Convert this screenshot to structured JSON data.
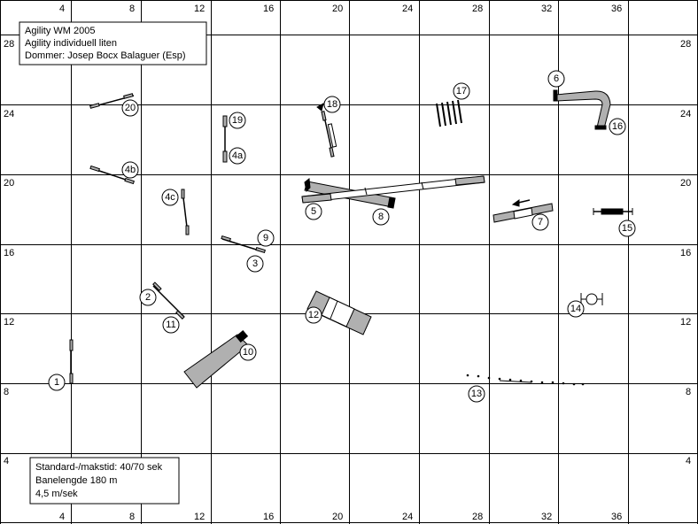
{
  "info": {
    "line1": "Agility WM 2005",
    "line2": "Agility individuell liten",
    "line3": "Dommer: Josep Bocx Balaguer (Esp)"
  },
  "stats": {
    "line1": "Standard-/makstid: 40/70 sek",
    "line2": "Banelengde 180 m",
    "line3": "4,5 m/sek"
  },
  "axis": {
    "top_ticks": [
      "4",
      "8",
      "12",
      "16",
      "20",
      "24",
      "28",
      "32",
      "36"
    ],
    "bottom_ticks": [
      "4",
      "8",
      "12",
      "16",
      "20",
      "24",
      "28",
      "32",
      "36"
    ],
    "left_ticks": [
      "28",
      "24",
      "20",
      "16",
      "12",
      "8",
      "4"
    ],
    "right_ticks": [
      "28",
      "24",
      "20",
      "16",
      "12",
      "8",
      "4"
    ]
  },
  "obstacles": {
    "n1": "1",
    "n2": "2",
    "n3": "3",
    "n4a": "4a",
    "n4b": "4b",
    "n4c": "4c",
    "n5": "5",
    "n6": "6",
    "n7": "7",
    "n8": "8",
    "n9": "9",
    "n10": "10",
    "n11": "11",
    "n12": "12",
    "n13": "13",
    "n14": "14",
    "n15": "15",
    "n16": "16",
    "n17": "17",
    "n18": "18",
    "n19": "19",
    "n20": "20"
  },
  "colors": {
    "grid": "#000000",
    "equipment": "#b0b0b0",
    "background": "#ffffff"
  }
}
